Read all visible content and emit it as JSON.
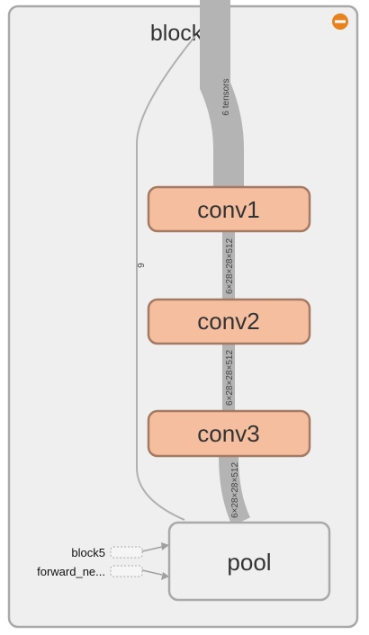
{
  "group": {
    "title": "block4",
    "collapse_button_color": "#e8821e"
  },
  "nodes": {
    "conv1": "conv1",
    "conv2": "conv2",
    "conv3": "conv3",
    "pool": "pool"
  },
  "edges": {
    "input_edge_label": "6 tensors",
    "conv1_conv2_label": "6×28×28×512",
    "conv2_conv3_label": "6×28×28×512",
    "conv3_pool_label": "6×28×28×512",
    "side_edge_label": "6"
  },
  "aux_inputs": [
    {
      "label": "block5"
    },
    {
      "label": "forward_ne..."
    }
  ],
  "colors": {
    "op_fill": "#f5be9f",
    "op_stroke": "#a47a64",
    "group_fill": "#efefef",
    "group_stroke": "#a9a9a9",
    "edge_thick": "#b4b4b4"
  }
}
